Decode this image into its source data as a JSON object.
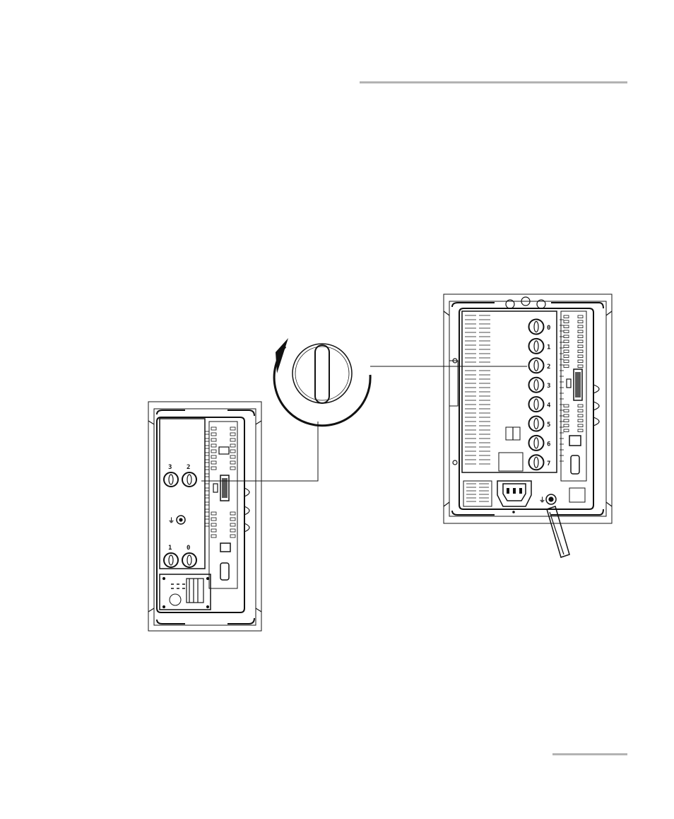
{
  "colors": {
    "rule": "#b3b3b3",
    "line": "#111111"
  },
  "small_unit": {
    "port_labels_top": [
      "3",
      "2"
    ],
    "port_labels_bottom": [
      "1",
      "0"
    ],
    "ground_symbol": "⏚"
  },
  "large_unit": {
    "port_labels": [
      "0",
      "1",
      "2",
      "3",
      "4",
      "5",
      "6",
      "7"
    ],
    "ground_symbol": "⏚"
  },
  "callout": {
    "icon": "rotate-counterclockwise-icon"
  }
}
